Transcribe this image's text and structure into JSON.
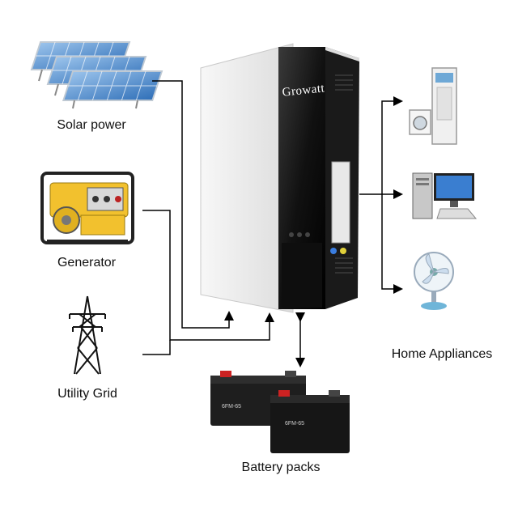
{
  "diagram": {
    "brand": "Growatt",
    "sources": [
      {
        "label": "Solar power",
        "icon": "solar-panel-icon"
      },
      {
        "label": "Generator",
        "icon": "generator-icon"
      },
      {
        "label": "Utility Grid",
        "icon": "power-tower-icon"
      }
    ],
    "storage": {
      "label": "Battery packs",
      "icon": "battery-icon",
      "battery_model": "6FM-65"
    },
    "loads": {
      "label": "Home Appliances",
      "items": [
        {
          "icon": "air-conditioner-washer-icon"
        },
        {
          "icon": "computer-icon"
        },
        {
          "icon": "fan-icon"
        }
      ]
    }
  }
}
